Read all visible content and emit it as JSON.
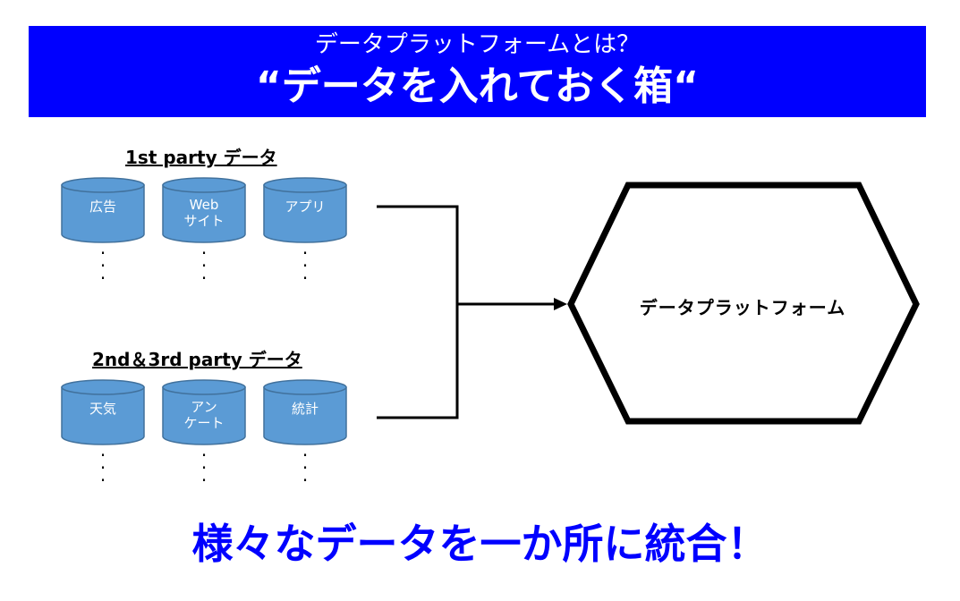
{
  "header": {
    "subtitle": "データプラットフォームとは？",
    "title": "“データを入れておく箱“"
  },
  "groups": [
    {
      "title": "1st party データ",
      "sources": [
        {
          "lines": [
            "広告"
          ]
        },
        {
          "lines": [
            "Web",
            "サイト"
          ]
        },
        {
          "lines": [
            "アプリ"
          ]
        }
      ]
    },
    {
      "title": "2nd＆3rd party データ",
      "sources": [
        {
          "lines": [
            "天気"
          ]
        },
        {
          "lines": [
            "アン",
            "ケート"
          ]
        },
        {
          "lines": [
            "統計"
          ]
        }
      ]
    }
  ],
  "target": {
    "label": "データプラットフォーム"
  },
  "footer": {
    "message": "様々なデータを一か所に統合！"
  },
  "colors": {
    "banner": "#0000ff",
    "cylinder_fill": "#5b9bd5",
    "cylinder_stroke": "#41719c",
    "footer_text": "#0000ff"
  }
}
